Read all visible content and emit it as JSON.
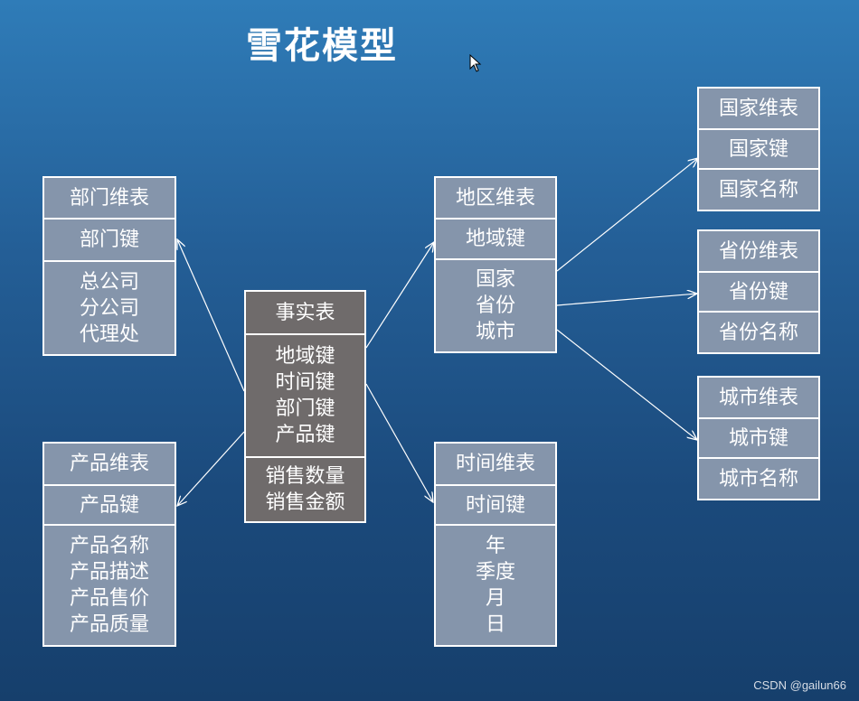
{
  "title": "雪花模型",
  "watermark": "CSDN @gailun66",
  "colors": {
    "background_top": "#2f7cb8",
    "background_bottom": "#163f6c",
    "dim_table": "#8595ab",
    "fact_table": "#6f6b6b",
    "line": "#ffffff"
  },
  "tables": {
    "dept": {
      "header": "部门维表",
      "key": "部门键",
      "fields": [
        "总公司",
        "分公司",
        "代理处"
      ]
    },
    "product": {
      "header": "产品维表",
      "key": "产品键",
      "fields": [
        "产品名称",
        "产品描述",
        "产品售价",
        "产品质量"
      ]
    },
    "fact": {
      "header": "事实表",
      "keys": [
        "地域键",
        "时间键",
        "部门键",
        "产品键"
      ],
      "measures": [
        "销售数量",
        "销售金额"
      ]
    },
    "region": {
      "header": "地区维表",
      "key": "地域键",
      "fields": [
        "国家",
        "省份",
        "城市"
      ]
    },
    "time": {
      "header": "时间维表",
      "key": "时间键",
      "fields": [
        "年",
        "季度",
        "月",
        "日"
      ]
    },
    "country": {
      "header": "国家维表",
      "key": "国家键",
      "fields": [
        "国家名称"
      ]
    },
    "province": {
      "header": "省份维表",
      "key": "省份键",
      "fields": [
        "省份名称"
      ]
    },
    "city": {
      "header": "城市维表",
      "key": "城市键",
      "fields": [
        "城市名称"
      ]
    }
  }
}
